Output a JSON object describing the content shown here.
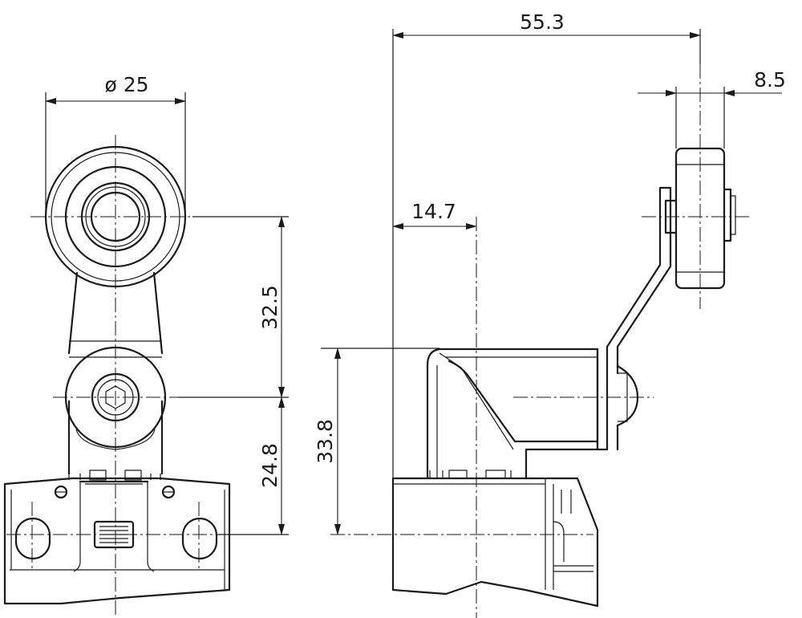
{
  "dimensions": {
    "roller_diameter": "ø 25",
    "lever_length": "32.5",
    "axis_height": "24.8",
    "total_height": "33.8",
    "total_width": "55.3",
    "roller_width": "8.5",
    "offset": "14.7"
  }
}
